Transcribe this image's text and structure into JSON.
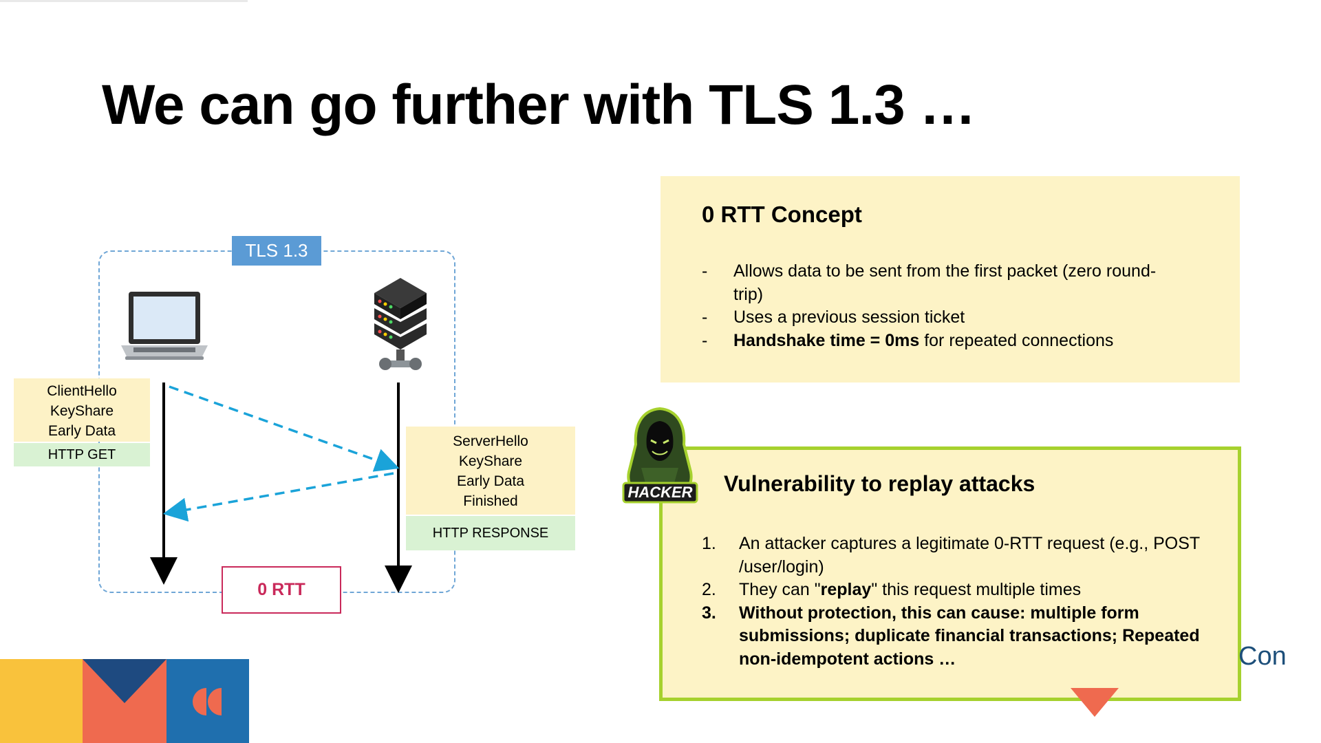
{
  "slide": {
    "title": "We can go further with TLS 1.3 …"
  },
  "diagram": {
    "badge": "TLS 1.3",
    "client_messages": [
      "ClientHello",
      "KeyShare",
      "Early Data"
    ],
    "client_http": "HTTP GET",
    "server_messages": [
      "ServerHello",
      "KeyShare",
      "Early Data",
      "Finished"
    ],
    "server_http": "HTTP RESPONSE",
    "rtt_label": "0 RTT",
    "icons": [
      "laptop-icon",
      "server-icon"
    ],
    "colors": {
      "frame": "#6fa6d6",
      "badge": "#5b9bd5",
      "arrow": "#1aa3d9",
      "rtt": "#c9295a",
      "msg_bg": "#fdf2c6",
      "http_bg": "#d9f2d3"
    }
  },
  "concept": {
    "title": "0 RTT Concept",
    "items": [
      {
        "marker": "-",
        "text": "Allows data to be sent from the first packet (zero round-trip)"
      },
      {
        "marker": "-",
        "text": "Uses a previous session ticket"
      },
      {
        "marker": "-",
        "bold": "Handshake time = 0ms",
        "text": " for repeated connections"
      }
    ],
    "colors": {
      "background": "#fdf3c6"
    }
  },
  "vulnerability": {
    "title": "Vulnerability to replay attacks",
    "hacker_label": "HACKER",
    "items": [
      {
        "marker": "1.",
        "text": "An attacker captures a legitimate 0-RTT request (e.g., POST /user/login)"
      },
      {
        "marker": "2.",
        "pre": "They can \"",
        "bold": "replay",
        "post": "\" this request multiple times"
      },
      {
        "marker": "3.",
        "text": "Without protection, this can cause: multiple form submissions; duplicate financial transactions; Repeated non-idempotent actions …"
      }
    ],
    "colors": {
      "background": "#fdf3c6",
      "border": "#a6d12e"
    }
  },
  "footer": {
    "partial_logo_text": "Con"
  }
}
